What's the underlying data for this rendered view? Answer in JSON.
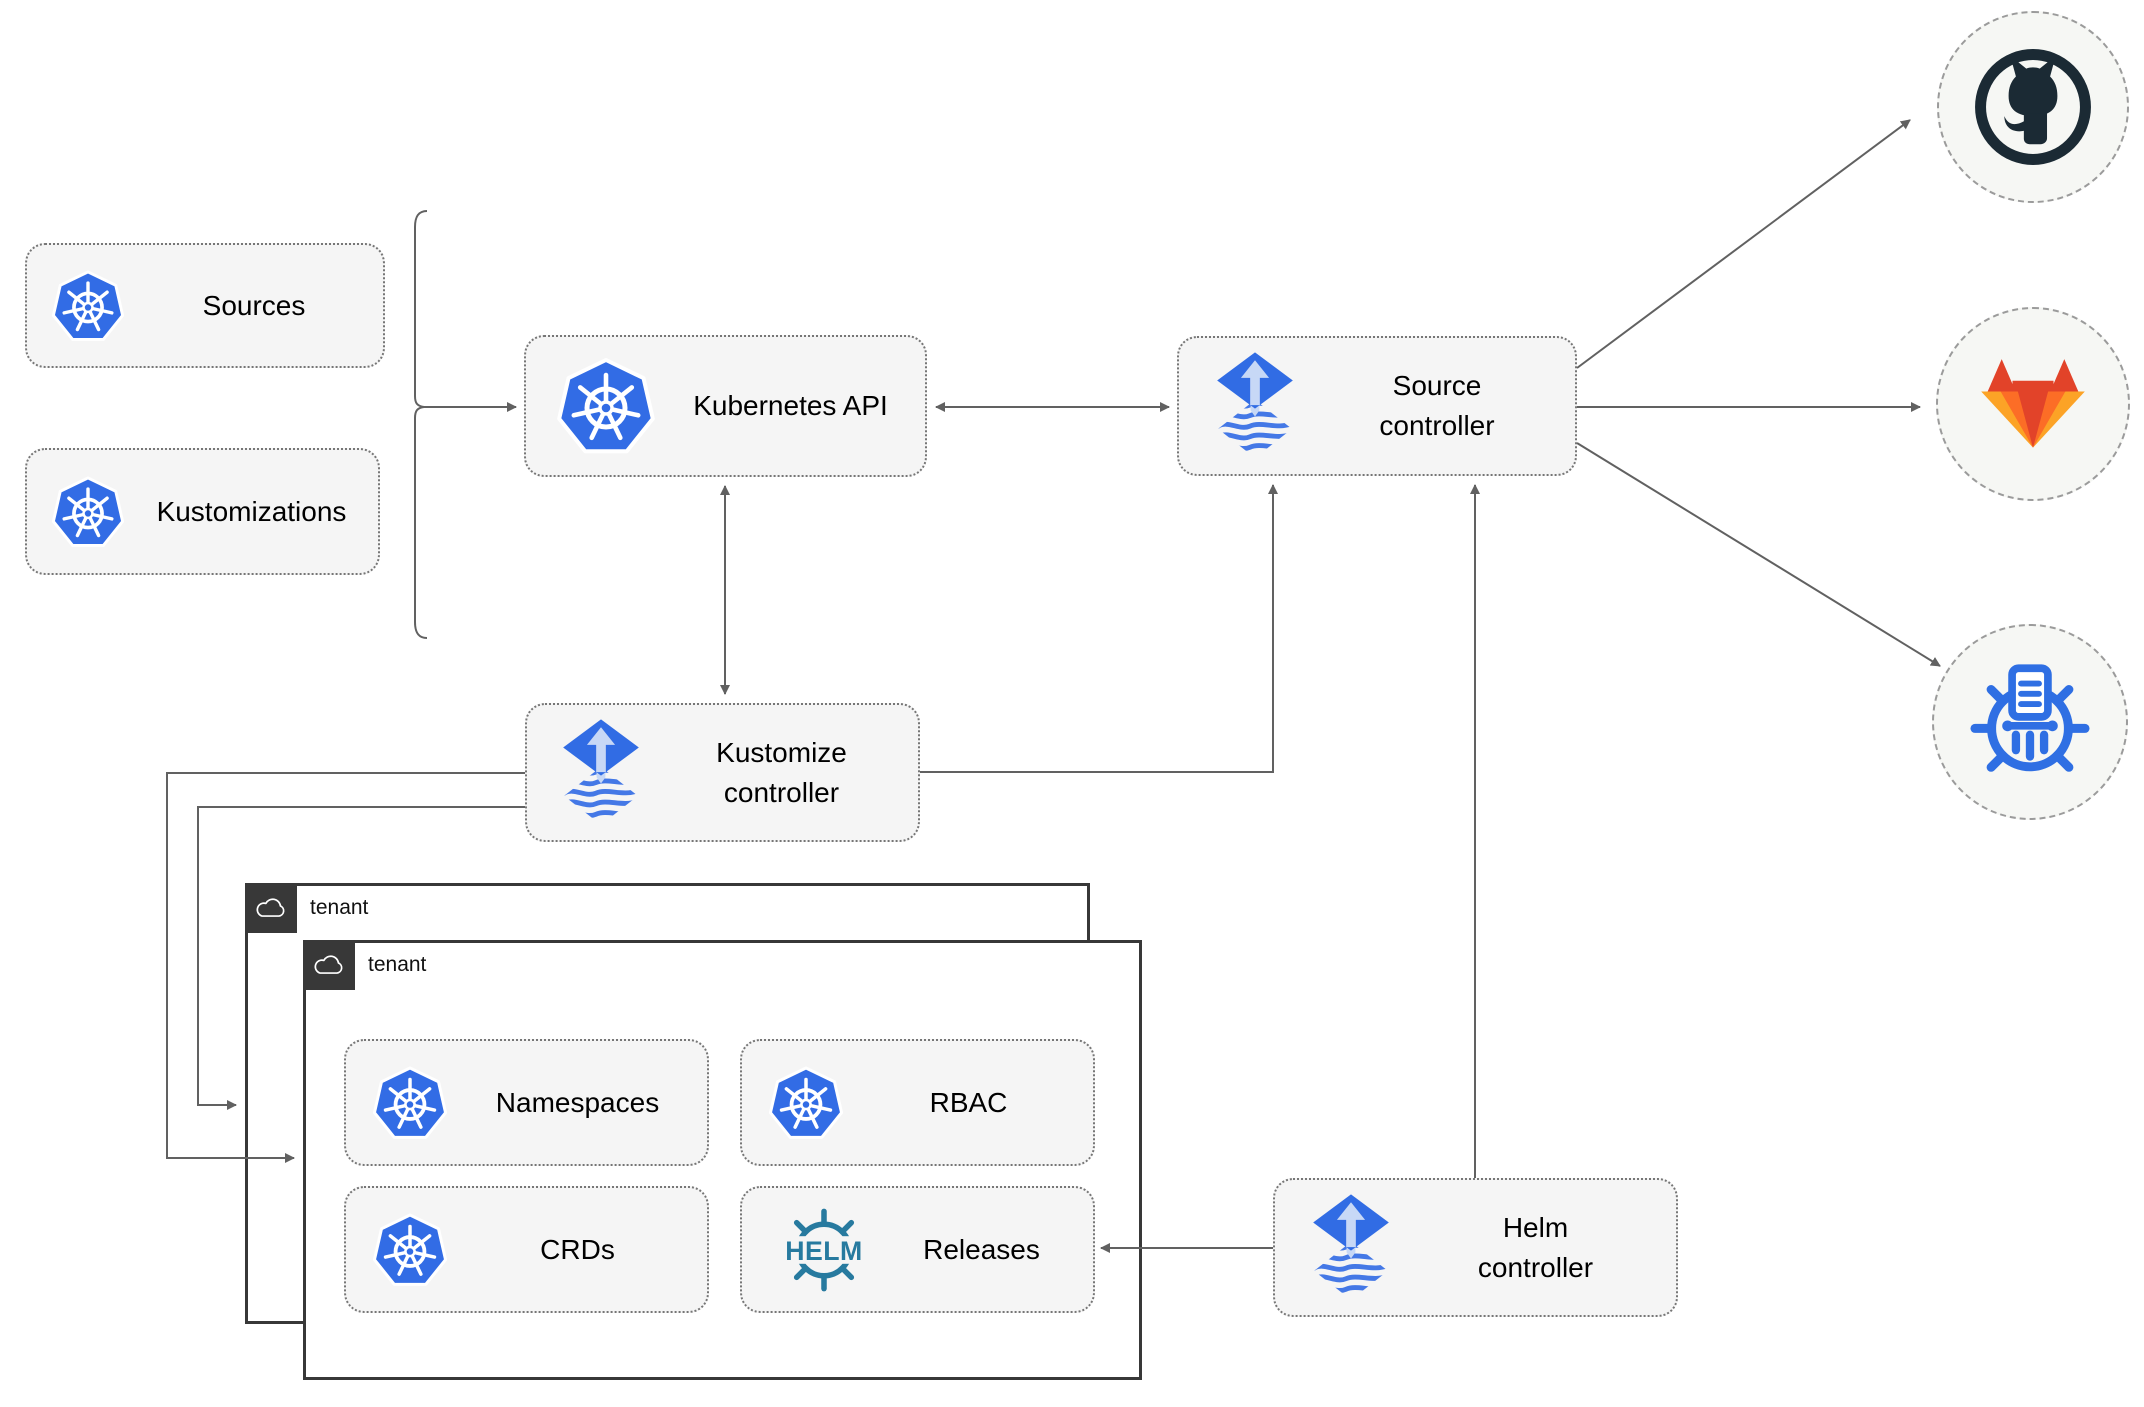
{
  "nodes": {
    "sources": {
      "label": "Sources",
      "icon": "kubernetes-icon"
    },
    "kustomizations": {
      "label": "Kustomizations",
      "icon": "kubernetes-icon"
    },
    "kubernetes_api": {
      "label": "Kubernetes API",
      "icon": "kubernetes-icon"
    },
    "source_controller": {
      "label": "Source\ncontroller",
      "icon": "flux-icon"
    },
    "kustomize_controller": {
      "label": "Kustomize\ncontroller",
      "icon": "flux-icon"
    },
    "helm_controller": {
      "label": "Helm\ncontroller",
      "icon": "flux-icon"
    },
    "tenant_outer": {
      "label": "tenant",
      "icon": "cloud-icon"
    },
    "tenant_inner": {
      "label": "tenant",
      "icon": "cloud-icon"
    },
    "namespaces": {
      "label": "Namespaces",
      "icon": "kubernetes-icon"
    },
    "rbac": {
      "label": "RBAC",
      "icon": "kubernetes-icon"
    },
    "crds": {
      "label": "CRDs",
      "icon": "kubernetes-icon"
    },
    "releases": {
      "label": "Releases",
      "icon": "helm-icon",
      "icon_text": "HELM"
    }
  },
  "endpoints": {
    "github": {
      "icon": "github-icon"
    },
    "gitlab": {
      "icon": "gitlab-icon"
    },
    "chart_repository": {
      "icon": "chart-repository-icon"
    }
  },
  "edges": [
    {
      "from": "sources-and-kustomizations",
      "to": "kubernetes_api",
      "style": "arrow"
    },
    {
      "from": "kubernetes_api",
      "to": "source_controller",
      "style": "double-arrow"
    },
    {
      "from": "kubernetes_api",
      "to": "kustomize_controller",
      "style": "double-arrow"
    },
    {
      "from": "kustomize_controller",
      "to": "source_controller",
      "style": "arrow"
    },
    {
      "from": "kustomize_controller",
      "to": "tenant_outer",
      "style": "arrow"
    },
    {
      "from": "kustomize_controller",
      "to": "tenant_inner",
      "style": "arrow"
    },
    {
      "from": "helm_controller",
      "to": "source_controller",
      "style": "arrow"
    },
    {
      "from": "helm_controller",
      "to": "releases",
      "style": "arrow"
    },
    {
      "from": "source_controller",
      "to": "github",
      "style": "arrow"
    },
    {
      "from": "source_controller",
      "to": "gitlab",
      "style": "arrow"
    },
    {
      "from": "source_controller",
      "to": "chart_repository",
      "style": "arrow"
    }
  ],
  "colors": {
    "kubernetes_blue": "#326ce5",
    "flux_blue": "#316ce4",
    "flux_arrow_light": "#c7d8f6",
    "flux_wave_blue": "#4478e6",
    "helm_teal": "#277a9f",
    "github_dark": "#1b2a34",
    "gitlab_red_orange": "#e24329",
    "gitlab_orange": "#fc6d26",
    "gitlab_light_orange": "#fca326",
    "chart_repository_blue": "#2f6fe3",
    "connector_gray": "#616161",
    "node_fill": "#f5f5f5",
    "node_border": "#767676",
    "tenant_border": "#383838",
    "endpoint_fill": "#f6f7f4"
  }
}
